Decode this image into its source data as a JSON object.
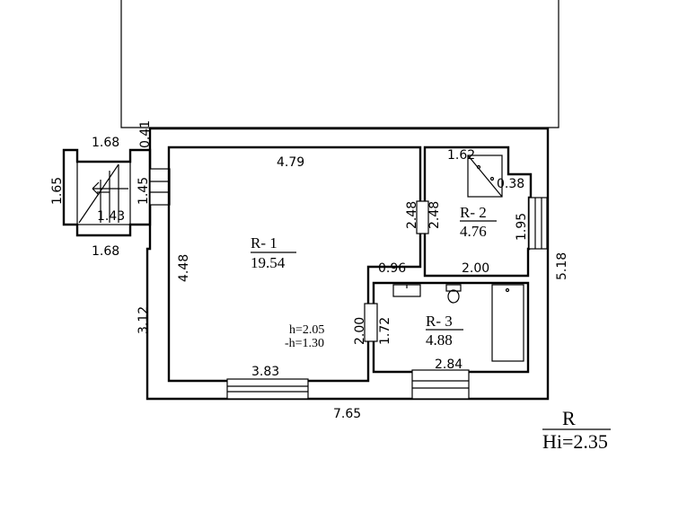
{
  "plan": {
    "dimensions": {
      "stair_top": "1.68",
      "stair_bottom": "1.68",
      "stair_left": "1.65",
      "stair_inner": "1.43",
      "stair_width": "1.45",
      "upper_wall": "0.41",
      "r1_top": "4.79",
      "r1_left": "4.48",
      "r1_right": "2.48",
      "r1_bottom": "3.83",
      "r2_left": "2.48",
      "r2_top": "1.62",
      "r2_right_small": "0.38",
      "r2_right": "1.95",
      "r2_bottom": "2.00",
      "step_horizontal": "0.96",
      "step_vertical": "2.00",
      "r3_left": "1.72",
      "r3_bottom": "2.84",
      "outer_left_lower": "3.12",
      "outer_bottom": "7.65",
      "outer_right": "5.18"
    },
    "rooms": {
      "r1": {
        "name": "R- 1",
        "area": "19.54",
        "height": "h=2.05",
        "neg_height": "-h=1.30"
      },
      "r2": {
        "name": "R- 2",
        "area": "4.76"
      },
      "r3": {
        "name": "R- 3",
        "area": "4.88"
      }
    },
    "legend": {
      "symbol": "R",
      "height": "Hi=2.35"
    }
  }
}
